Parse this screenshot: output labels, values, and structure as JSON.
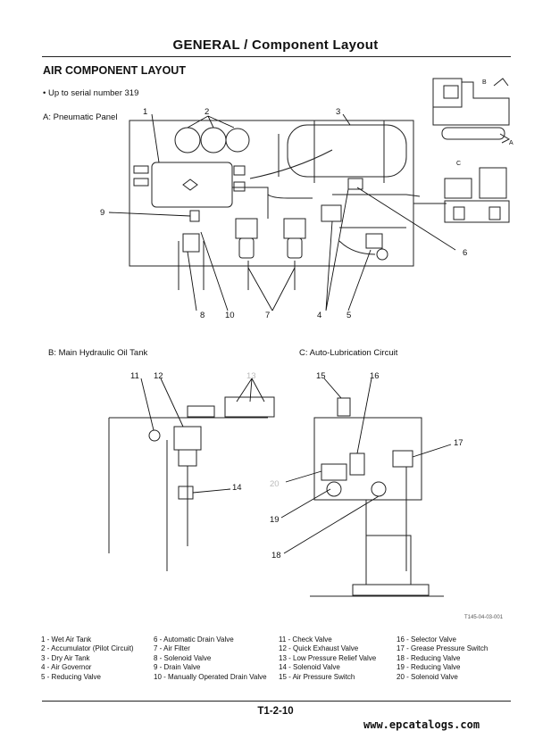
{
  "header": {
    "title": "GENERAL / Component Layout"
  },
  "section": {
    "title": "AIR COMPONENT LAYOUT",
    "serial_note": "Up to serial number 319"
  },
  "panels": {
    "a": "A: Pneumatic Panel",
    "b": "B: Main Hydraulic Oil Tank",
    "c": "C: Auto-Lubrication Circuit"
  },
  "inset_labels": {
    "a": "A",
    "b": "B",
    "c": "C"
  },
  "callouts": {
    "c1": "1",
    "c2": "2",
    "c3": "3",
    "c4": "4",
    "c5": "5",
    "c6": "6",
    "c7": "7",
    "c8": "8",
    "c9": "9",
    "c10": "10",
    "c11": "11",
    "c12": "12",
    "c13": "13",
    "c14": "14",
    "c15": "15",
    "c16": "16",
    "c17": "17",
    "c18": "18",
    "c19": "19",
    "c20": "20"
  },
  "figure_code": "T145-04-03-001",
  "legend": {
    "col1": [
      "1 -   Wet Air Tank",
      "2 -   Accumulator (Pilot Circuit)",
      "3 -   Dry Air Tank",
      "4 -   Air Governor",
      "5 -   Reducing Valve"
    ],
    "col2": [
      "6 -   Automatic Drain Valve",
      "7 -   Air Filter",
      "8 -   Solenoid Valve",
      "9 -   Drain Valve",
      "10 - Manually Operated Drain Valve"
    ],
    "col3": [
      "11 - Check Valve",
      "12 - Quick Exhaust Valve",
      "13 - Low Pressure Relief Valve",
      "14 - Solenoid Valve",
      "15 - Air Pressure Switch"
    ],
    "col4": [
      "16 - Selector Valve",
      "17 - Grease Pressure Switch",
      "18 - Reducing Valve",
      "19 - Reducing Valve",
      "20 - Solenoid Valve"
    ]
  },
  "footer": {
    "page_number": "T1-2-10",
    "watermark": "www.epcatalogs.com"
  }
}
